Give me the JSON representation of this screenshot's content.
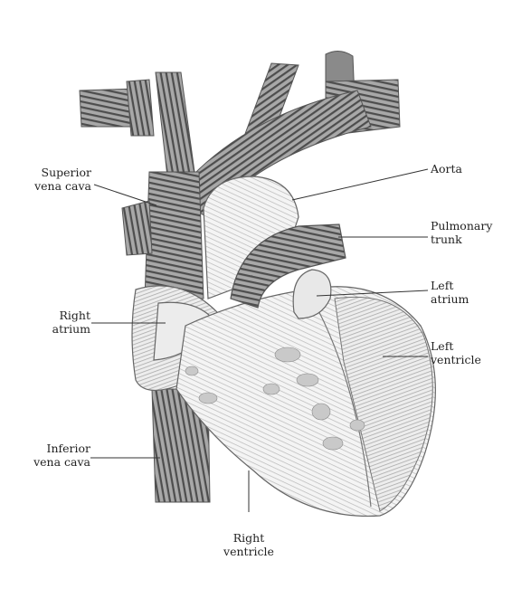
{
  "colors": {
    "vessel_fill": "#9a9a9a",
    "vessel_stripe": "#4a4a4a",
    "heart_fill": "#f2f2f2",
    "heart_line": "#6a6a6a",
    "leader": "#333333",
    "text": "#222222"
  },
  "labels": {
    "superior_vena_cava": [
      "Superior",
      "vena cava"
    ],
    "aorta": [
      "Aorta"
    ],
    "pulmonary_trunk": [
      "Pulmonary",
      "trunk"
    ],
    "left_atrium": [
      "Left",
      "atrium"
    ],
    "right_atrium": [
      "Right",
      "atrium"
    ],
    "left_ventricle": [
      "Left",
      "ventricle"
    ],
    "inferior_vena_cava": [
      "Inferior",
      "vena cava"
    ],
    "right_ventricle": [
      "Right",
      "ventricle"
    ]
  }
}
